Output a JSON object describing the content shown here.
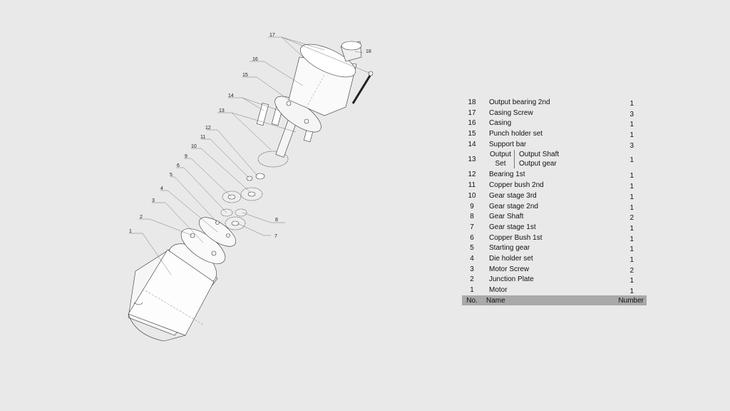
{
  "callouts": [
    "17",
    "18",
    "16",
    "15",
    "14",
    "13",
    "12",
    "11",
    "10",
    "9",
    "6",
    "5",
    "4",
    "3",
    "2",
    "1",
    "8",
    "7"
  ],
  "bom": {
    "rows": [
      {
        "no": "18",
        "name": "Output bearing 2nd",
        "qty": "1"
      },
      {
        "no": "17",
        "name": "Casing Screw",
        "qty": "3"
      },
      {
        "no": "16",
        "name": "Casing",
        "qty": "1"
      },
      {
        "no": "15",
        "name": "Punch holder set",
        "qty": "1"
      },
      {
        "no": "14",
        "name": "Support bar",
        "qty": "3"
      },
      {
        "no": "13",
        "group": [
          "Output",
          "Set"
        ],
        "parts": [
          "Output Shaft",
          "Output gear"
        ],
        "qty": "1"
      },
      {
        "no": "12",
        "name": "Bearing 1st",
        "qty": "1"
      },
      {
        "no": "11",
        "name": "Copper bush 2nd",
        "qty": "1"
      },
      {
        "no": "10",
        "name": "Gear stage 3rd",
        "qty": "1"
      },
      {
        "no": "9",
        "name": "Gear stage 2nd",
        "qty": "1"
      },
      {
        "no": "8",
        "name": "Gear Shaft",
        "qty": "2"
      },
      {
        "no": "7",
        "name": "Gear stage 1st",
        "qty": "1"
      },
      {
        "no": "6",
        "name": "Copper Bush 1st",
        "qty": "1"
      },
      {
        "no": "5",
        "name": "Starting gear",
        "qty": "1"
      },
      {
        "no": "4",
        "name": "Die holder set",
        "qty": "1"
      },
      {
        "no": "3",
        "name": "Motor Screw",
        "qty": "2"
      },
      {
        "no": "2",
        "name": "Junction Plate",
        "qty": "1"
      },
      {
        "no": "1",
        "name": "Motor",
        "qty": "1"
      }
    ],
    "header": {
      "no": "No.",
      "name": "Name",
      "qty": "Number"
    }
  }
}
